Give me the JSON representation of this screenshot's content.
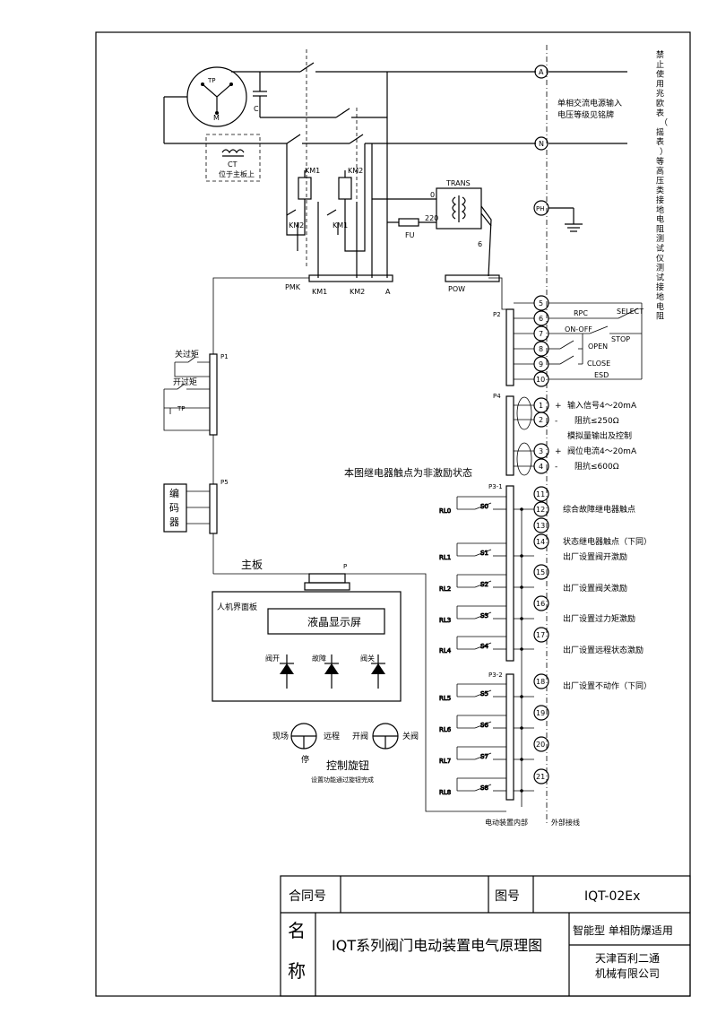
{
  "sheet": {
    "label_contract": "合同号",
    "contract_value": "",
    "label_drawing_no": "图号",
    "drawing_no": "IQT-02Ex",
    "label_name_1": "名",
    "label_name_2": "称",
    "title": "IQT系列阀门电动装置电气原理图",
    "spec": "智能型  单相防爆适用",
    "company_1": "天津百利二通",
    "company_2": "机械有限公司"
  },
  "notes": {
    "power_input_1": "单相交流电源输入",
    "power_input_2": "电压等级见铭牌",
    "vertical_warning": "禁止使用兆欧表（摇表）等高压类接地电阻测试仪测试接地电阻",
    "relay_state": "本图继电器触点为非激励状态",
    "main_board": "主板",
    "hmi_panel": "人机界面板",
    "lcd": "液晶显示屏",
    "knob_title": "控制旋钮",
    "knob_note": "设置功能通过旋钮完成",
    "inside": "电动装置内部",
    "outside": "外部接线",
    "ct_note": "位于主板上"
  },
  "components": {
    "motor": "M",
    "tp": "TP",
    "cap": "C",
    "ct": "CT",
    "km1": "KM1",
    "km2": "KM2",
    "trans": "TRANS",
    "fu": "FU",
    "v0": "0",
    "v220": "220",
    "v6": "6",
    "pmk": "PMK",
    "pow": "POW",
    "a": "A",
    "p1": "P1",
    "p2": "P2",
    "p4": "P4",
    "p5": "P5",
    "p": "P",
    "p31": "P3-1",
    "p32": "P3-2",
    "close_torque": "关过矩",
    "open_torque": "开过矩",
    "encoder": [
      "编",
      "码",
      "器"
    ],
    "led_open": "阀开",
    "led_fault": "故障",
    "led_close": "阀关",
    "local": "现场",
    "remote": "远程",
    "stop": "停",
    "open_valve": "开阀",
    "close_valve": "关阀"
  },
  "terminals": {
    "A": "A",
    "N": "N",
    "PH": "PH",
    "t5": "5",
    "t6": "6",
    "t7": "7",
    "t8": "8",
    "t9": "9",
    "t10": "10",
    "t1": "1",
    "t2": "2",
    "t3": "3",
    "t4": "4",
    "t11": "11",
    "t12": "12",
    "t13": "13",
    "t14": "14",
    "t15": "15",
    "t16": "16",
    "t17": "17",
    "t18": "18",
    "t19": "19",
    "t20": "20",
    "t21": "21"
  },
  "control": {
    "rpc": "RPC",
    "select": "SELECT",
    "onoff": "ON-OFF",
    "stop": "STOP",
    "open": "OPEN",
    "close": "CLOSE",
    "esd": "ESD"
  },
  "analog": {
    "plus": "+",
    "minus": "-",
    "in_signal": "输入信号4～20mA",
    "in_res": "阻抗≤250Ω",
    "analog_io": "模拟量输出及控制",
    "pos_signal": "阀位电流4～20mA",
    "pos_res": "阻抗≤600Ω"
  },
  "relays": {
    "rl": [
      "RL0",
      "RL1",
      "RL2",
      "RL3",
      "RL4",
      "RL5",
      "RL6",
      "RL7",
      "RL8"
    ],
    "s": [
      "S0",
      "S1",
      "S2",
      "S3",
      "S4",
      "S5",
      "S6",
      "S7",
      "S8"
    ],
    "desc_fault": "综合故障继电器触点",
    "desc_status": "状态继电器触点（下同）",
    "desc_open": "出厂设置阀开激励",
    "desc_close": "出厂设置阀关激励",
    "desc_torque": "出厂设置过力矩激励",
    "desc_remote": "出厂设置远程状态激励",
    "desc_none": "出厂设置不动作（下同）"
  }
}
